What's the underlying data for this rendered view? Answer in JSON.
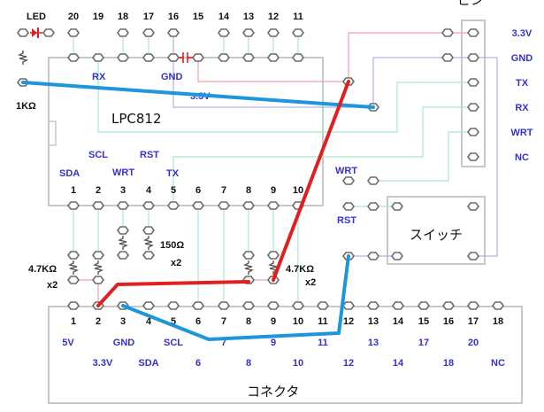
{
  "title_partial": "ピン",
  "colors": {
    "wire_green": "#a8e8c8",
    "wire_pink": "#f4a0a8",
    "wire_lavender": "#b0b0e8",
    "jumper_red": "#e02020",
    "jumper_blue": "#1e96dc",
    "label_blue": "#3333cc",
    "box_gray": "#c8c8c8"
  },
  "components": {
    "led_label": "LED",
    "resistor_1k_label": "1KΩ",
    "mcu_label": "LPC812",
    "resistor_150_label": "150Ω",
    "resistor_150_qty": "x2",
    "resistor_47k_left_label": "4.7KΩ",
    "resistor_47k_left_qty": "x2",
    "resistor_47k_right_label": "4.7KΩ",
    "resistor_47k_right_qty": "x2",
    "switch_label": "スイッチ",
    "connector_label": "コネクタ"
  },
  "mcu": {
    "top_pins": [
      "20",
      "19",
      "18",
      "17",
      "16",
      "15",
      "14",
      "13",
      "12",
      "11"
    ],
    "bottom_pins": [
      "1",
      "2",
      "3",
      "4",
      "5",
      "6",
      "7",
      "8",
      "9",
      "10"
    ],
    "top_signal_labels": {
      "rx": "RX",
      "gnd": "GND",
      "v33": "3.3V"
    },
    "bottom_signal_labels": {
      "scl": "SCL",
      "rst": "RST",
      "sda": "SDA",
      "wrt": "WRT",
      "tx": "TX"
    }
  },
  "pin_header": {
    "labels": [
      "3.3V",
      "GND",
      "TX",
      "RX",
      "WRT",
      "NC"
    ]
  },
  "switch_area": {
    "wrt_label": "WRT",
    "rst_label": "RST"
  },
  "connector": {
    "pins": [
      "1",
      "2",
      "3",
      "4",
      "5",
      "6",
      "7",
      "8",
      "9",
      "10",
      "11",
      "12",
      "13",
      "14",
      "15",
      "16",
      "17",
      "18"
    ],
    "row1_labels": [
      "5V",
      "GND",
      "SCL",
      "7",
      "9",
      "11",
      "13",
      "17",
      "20"
    ],
    "row2_labels": [
      "3.3V",
      "SDA",
      "6",
      "8",
      "10",
      "12",
      "14",
      "18",
      "NC"
    ]
  }
}
